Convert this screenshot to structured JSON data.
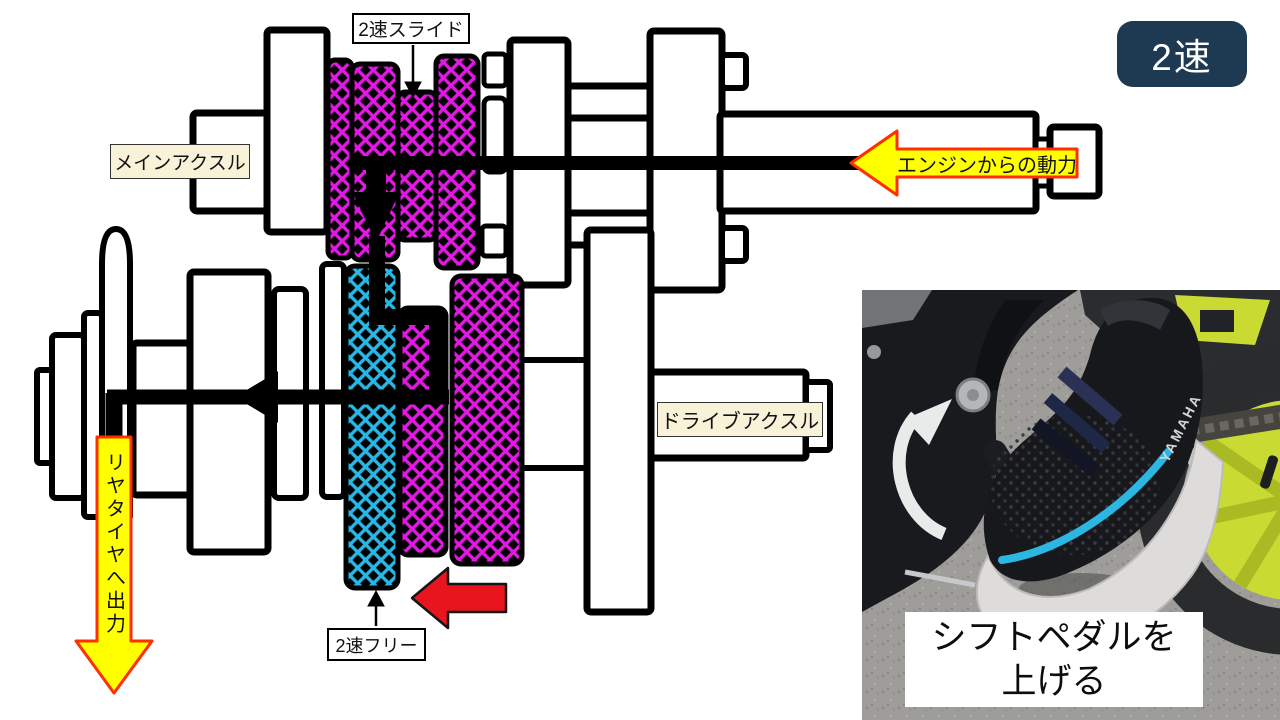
{
  "gear_indicator": {
    "label": "2速"
  },
  "diagram": {
    "labels": {
      "slide_gear": "2速スライド",
      "main_axle": "メインアクスル",
      "engine_power": "エンジンからの動力",
      "drive_axle": "ドライブアクスル",
      "rear_tire_output": "リヤタイヤへ出力",
      "free_gear": "2速フリー"
    },
    "colors": {
      "engaged_gear_hatch": "#e219e2",
      "free_gear_hatch": "#29b8e6",
      "flow_arrow_fill": "#ffff00",
      "flow_arrow_border": "#ff2f00",
      "shift_direction_arrow": "#e8141e",
      "power_path": "#000000",
      "badge_background": "#1e3a52"
    }
  },
  "photo": {
    "caption": {
      "line1": "シフトペダルを",
      "line2": "上げる"
    },
    "shoe_brand": "YAMAHA"
  }
}
